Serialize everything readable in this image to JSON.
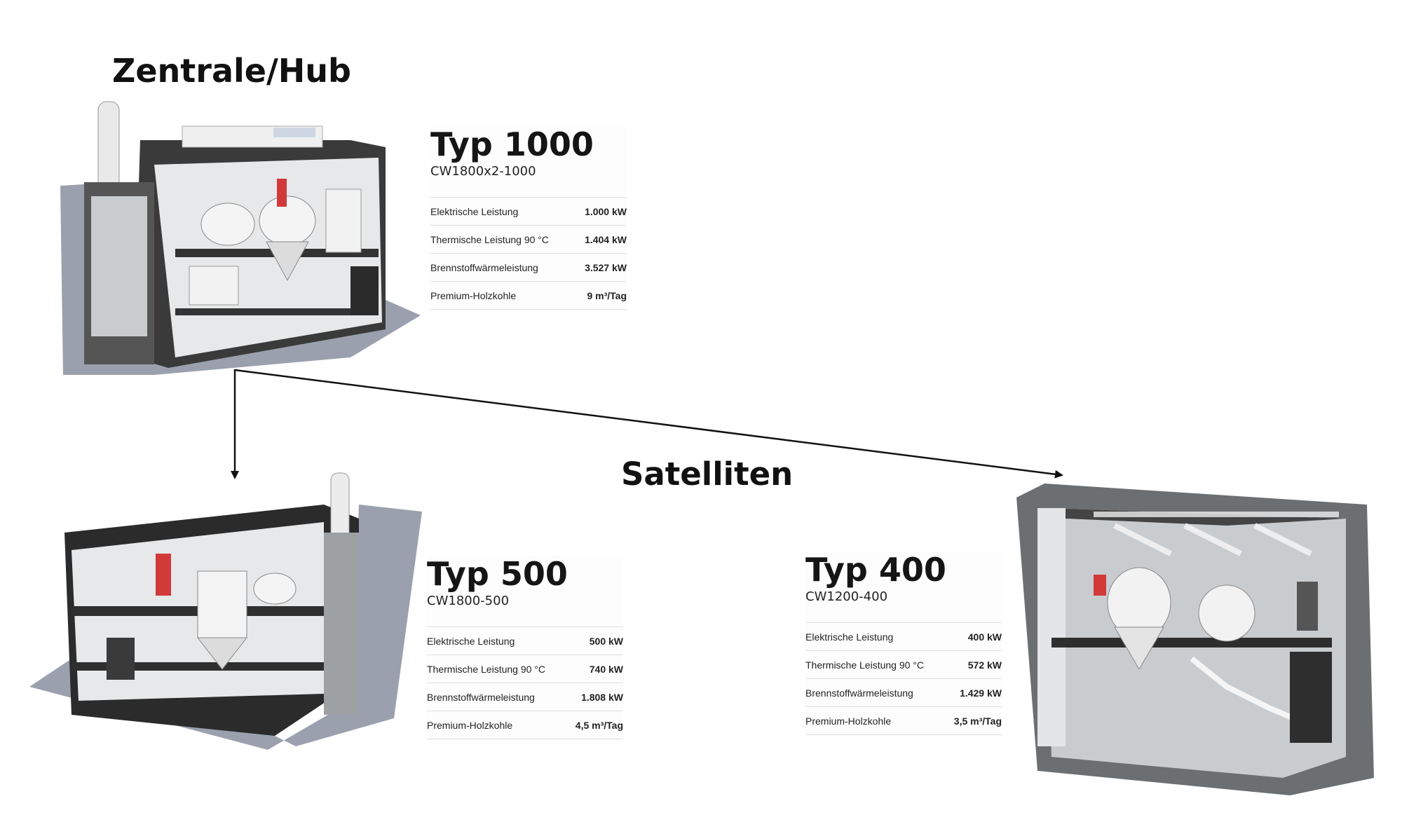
{
  "headings": {
    "hub": "Zentrale/Hub",
    "satellites": "Satelliten"
  },
  "plants": [
    {
      "type": "Typ 1000",
      "model": "CW1800x2-1000",
      "specs": [
        {
          "label": "Elektrische Leistung",
          "value": "1.000 kW"
        },
        {
          "label": "Thermische Leistung 90 °C",
          "value": "1.404 kW"
        },
        {
          "label": "Brennstoffwärmeleistung",
          "value": "3.527 kW"
        },
        {
          "label": "Premium-Holzkohle",
          "value": "9 m³/Tag"
        }
      ]
    },
    {
      "type": "Typ 500",
      "model": "CW1800-500",
      "specs": [
        {
          "label": "Elektrische Leistung",
          "value": "500 kW"
        },
        {
          "label": "Thermische Leistung 90 °C",
          "value": "740 kW"
        },
        {
          "label": "Brennstoffwärmeleistung",
          "value": "1.808 kW"
        },
        {
          "label": "Premium-Holzkohle",
          "value": "4,5 m³/Tag"
        }
      ]
    },
    {
      "type": "Typ 400",
      "model": "CW1200-400",
      "specs": [
        {
          "label": "Elektrische Leistung",
          "value": "400 kW"
        },
        {
          "label": "Thermische Leistung 90 °C",
          "value": "572 kW"
        },
        {
          "label": "Brennstoffwärmeleistung",
          "value": "1.429 kW"
        },
        {
          "label": "Premium-Holzkohle",
          "value": "3,5 m³/Tag"
        }
      ]
    }
  ],
  "colors": {
    "wall_dark": "#2b2b2b",
    "wall_mid": "#6b6f72",
    "floor_shadow": "#8a8fa0",
    "interior": "#e6e8e9",
    "equipment": "#f4f4f4",
    "accent_red": "#d23a3a",
    "arrow": "#111111"
  }
}
